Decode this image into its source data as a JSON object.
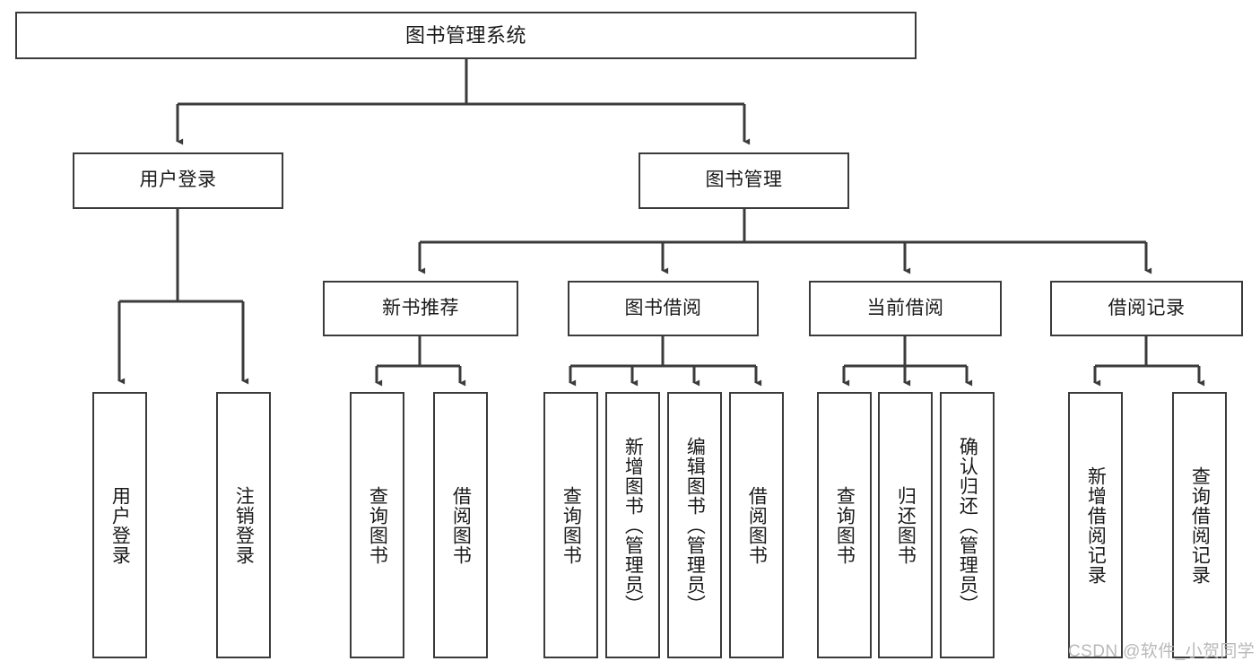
{
  "diagram": {
    "type": "tree-hierarchy",
    "title": "图书管理系统",
    "watermark": "CSDN @软件_小贺同学",
    "colors": {
      "box_border": "#3b3b3b",
      "background": "#ffffff",
      "text": "#1a1a1a",
      "connector": "#3b3b3b",
      "watermark": "#b9b9b9"
    },
    "levels": {
      "level1": [
        "图书管理系统"
      ],
      "level2": [
        "用户登录",
        "图书管理"
      ],
      "level3": [
        "新书推荐",
        "图书借阅",
        "当前借阅",
        "借阅记录"
      ],
      "leaves": [
        "用户登录",
        "注销登录",
        "查询图书",
        "借阅图书",
        "查询图书",
        "新增图书（管理员）",
        "编辑图书（管理员）",
        "借阅图书",
        "查询图书",
        "归还图书",
        "确认归还（管理员）",
        "新增借阅记录",
        "查询借阅记录"
      ]
    },
    "nodes": {
      "root": {
        "label": "图书管理系统"
      },
      "user_login": {
        "label": "用户登录"
      },
      "book_manage": {
        "label": "图书管理"
      },
      "new_book_rec": {
        "label": "新书推荐"
      },
      "book_borrow": {
        "label": "图书借阅"
      },
      "current_borrow": {
        "label": "当前借阅"
      },
      "borrow_record": {
        "label": "借阅记录"
      },
      "leaf_user_login": {
        "label": "用户登录"
      },
      "leaf_logout": {
        "label": "注销登录"
      },
      "leaf_query_book_1": {
        "label": "查询图书"
      },
      "leaf_borrow_book_1": {
        "label": "借阅图书"
      },
      "leaf_query_book_2": {
        "label": "查询图书"
      },
      "leaf_add_book_admin": {
        "label": "新增图书（管理员）"
      },
      "leaf_edit_book_admin": {
        "label": "编辑图书（管理员）"
      },
      "leaf_borrow_book_2": {
        "label": "借阅图书"
      },
      "leaf_query_book_3": {
        "label": "查询图书"
      },
      "leaf_return_book": {
        "label": "归还图书"
      },
      "leaf_confirm_return_admin": {
        "label": "确认归还（管理员）"
      },
      "leaf_add_borrow_record": {
        "label": "新增借阅记录"
      },
      "leaf_query_borrow_record": {
        "label": "查询借阅记录"
      }
    }
  }
}
